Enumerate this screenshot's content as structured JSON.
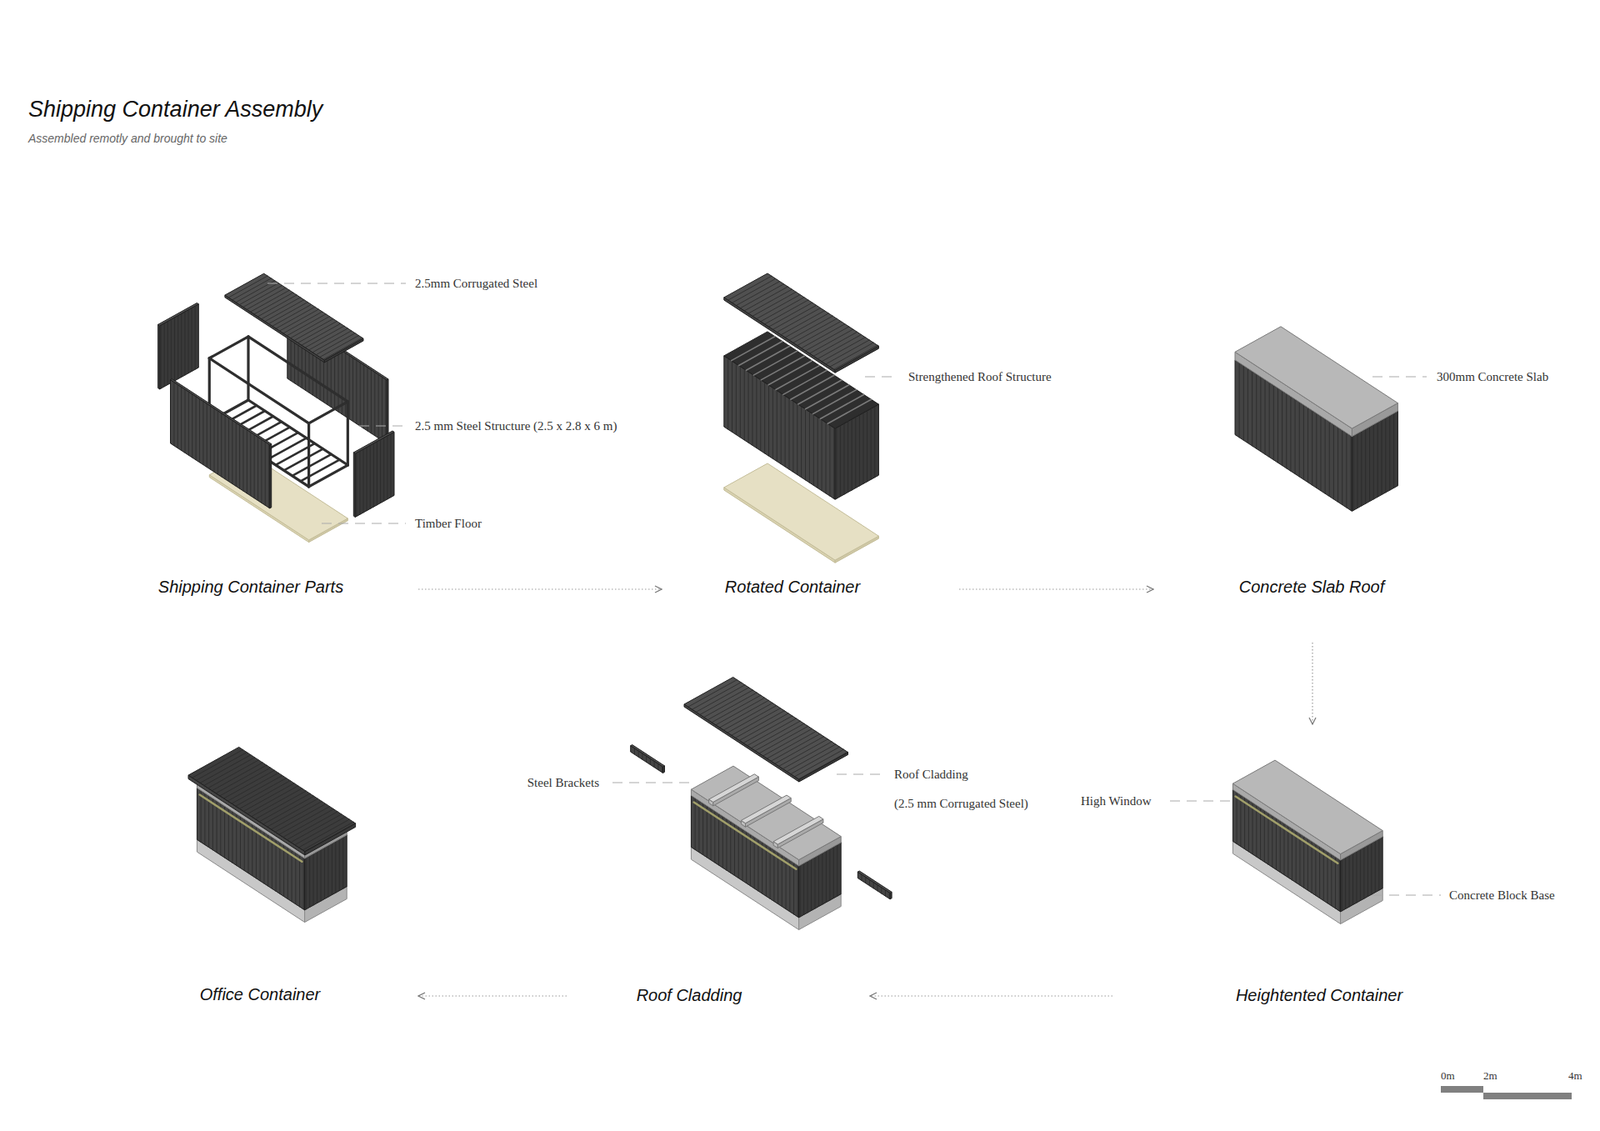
{
  "diagram": {
    "title": "Shipping Container Assembly",
    "caption": "Assembled remotly and brought to site",
    "nodes": [
      {
        "text": [
          "Shipping Container Parts"
        ]
      },
      {
        "text": [
          "Rotated Container"
        ]
      },
      {
        "text": [
          "Concrete Slab Roof"
        ]
      },
      {
        "text": [
          "Office Container"
        ]
      },
      {
        "text": [
          "Roof Cladding"
        ]
      },
      {
        "text": [
          "Heightented Container"
        ]
      }
    ],
    "edges": [
      {
        "from": 0,
        "to": 1,
        "arrow": "to"
      },
      {
        "from": 1,
        "to": 2,
        "arrow": "to"
      },
      {
        "from": 2,
        "to": 5,
        "arrow": "to"
      },
      {
        "from": 5,
        "to": 4,
        "arrow": "to"
      },
      {
        "from": 4,
        "to": 3,
        "arrow": "to"
      }
    ],
    "labels": [
      "2.5mm Corrugated Steel",
      "2.5 mm Steel Structure (2.5 x 2.8 x 6 m)",
      "Timber Floor",
      "Strengthened Roof Structure",
      "300mm Concrete Slab",
      "Steel Brackets",
      "Roof Cladding",
      "(2.5 mm Corrugated Steel)",
      "High Window",
      "Concrete Block Base",
      "0m",
      "2m",
      "4m"
    ]
  }
}
